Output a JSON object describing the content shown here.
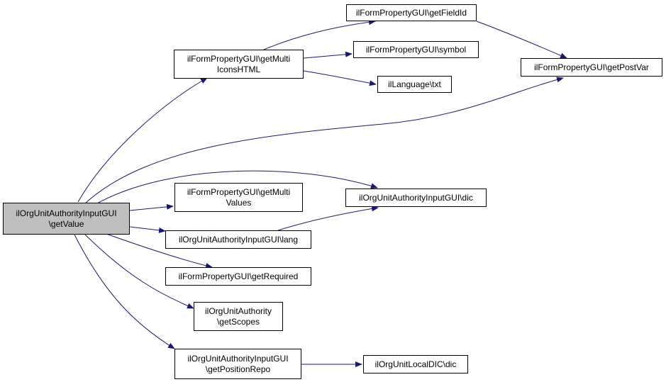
{
  "colors": {
    "edge": "#191970",
    "root_fill": "#bfbfbf",
    "node_fill": "#ffffff",
    "border": "#000000"
  },
  "nodes": {
    "root": {
      "line1": "ilOrgUnitAuthorityInputGUI",
      "line2": "\\getValue"
    },
    "getMultiIcons": {
      "line1": "ilFormPropertyGUI\\getMulti",
      "line2": "IconsHTML"
    },
    "getFieldId": {
      "line1": "ilFormPropertyGUI\\getFieldId"
    },
    "symbol": {
      "line1": "ilFormPropertyGUI\\symbol"
    },
    "langTxt": {
      "line1": "ilLanguage\\txt"
    },
    "getPostVar": {
      "line1": "ilFormPropertyGUI\\getPostVar"
    },
    "getMultiValues": {
      "line1": "ilFormPropertyGUI\\getMulti",
      "line2": "Values"
    },
    "dic": {
      "line1": "ilOrgUnitAuthorityInputGUI\\dic"
    },
    "lang": {
      "line1": "ilOrgUnitAuthorityInputGUI\\lang"
    },
    "getRequired": {
      "line1": "ilFormPropertyGUI\\getRequired"
    },
    "getScopes": {
      "line1": "ilOrgUnitAuthority",
      "line2": "\\getScopes"
    },
    "getPositionRepo": {
      "line1": "ilOrgUnitAuthorityInputGUI",
      "line2": "\\getPositionRepo"
    },
    "localDic": {
      "line1": "ilOrgUnitLocalDIC\\dic"
    }
  }
}
